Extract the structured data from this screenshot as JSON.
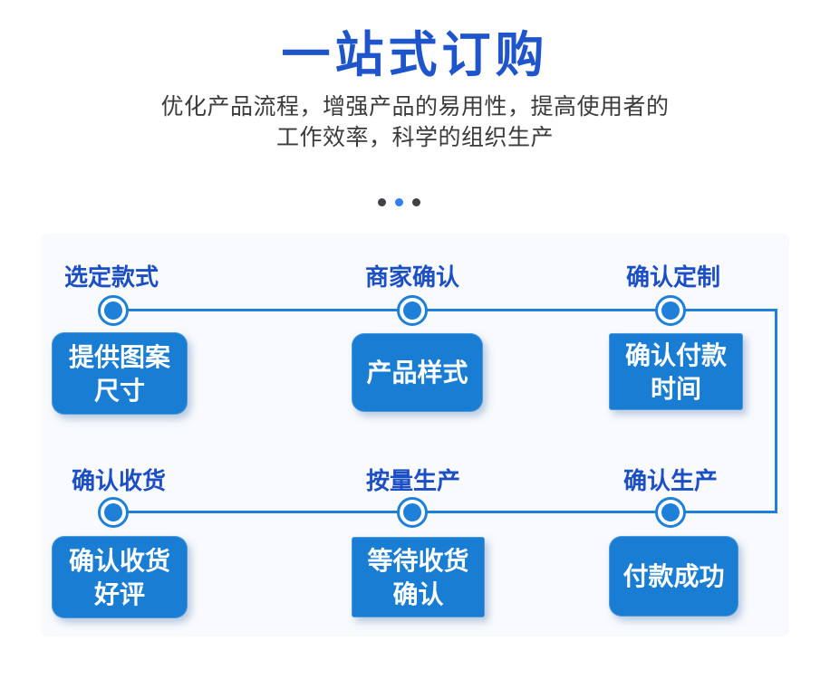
{
  "title": "一站式订购",
  "subtitle": "优化产品流程，增强产品的易用性，提高使用者的\n工作效率，科学的组织生产",
  "colors": {
    "title_blue": "#1e55cb",
    "header_blue": "#1c4fc4",
    "box_blue": "#1a7dd4",
    "line_blue": "#1e80d8",
    "separator_dot_dark": "#3f4246",
    "separator_dot_blue": "#2e80f0"
  },
  "steps": [
    {
      "label": "选定款式",
      "box": "提供图案\n尺寸"
    },
    {
      "label": "商家确认",
      "box": "产品样式"
    },
    {
      "label": "确认定制",
      "box": "确认付款\n时间"
    },
    {
      "label": "确认收货",
      "box": "确认收货\n好评"
    },
    {
      "label": "按量生产",
      "box": "等待收货\n确认"
    },
    {
      "label": "确认生产",
      "box": "付款成功"
    }
  ]
}
